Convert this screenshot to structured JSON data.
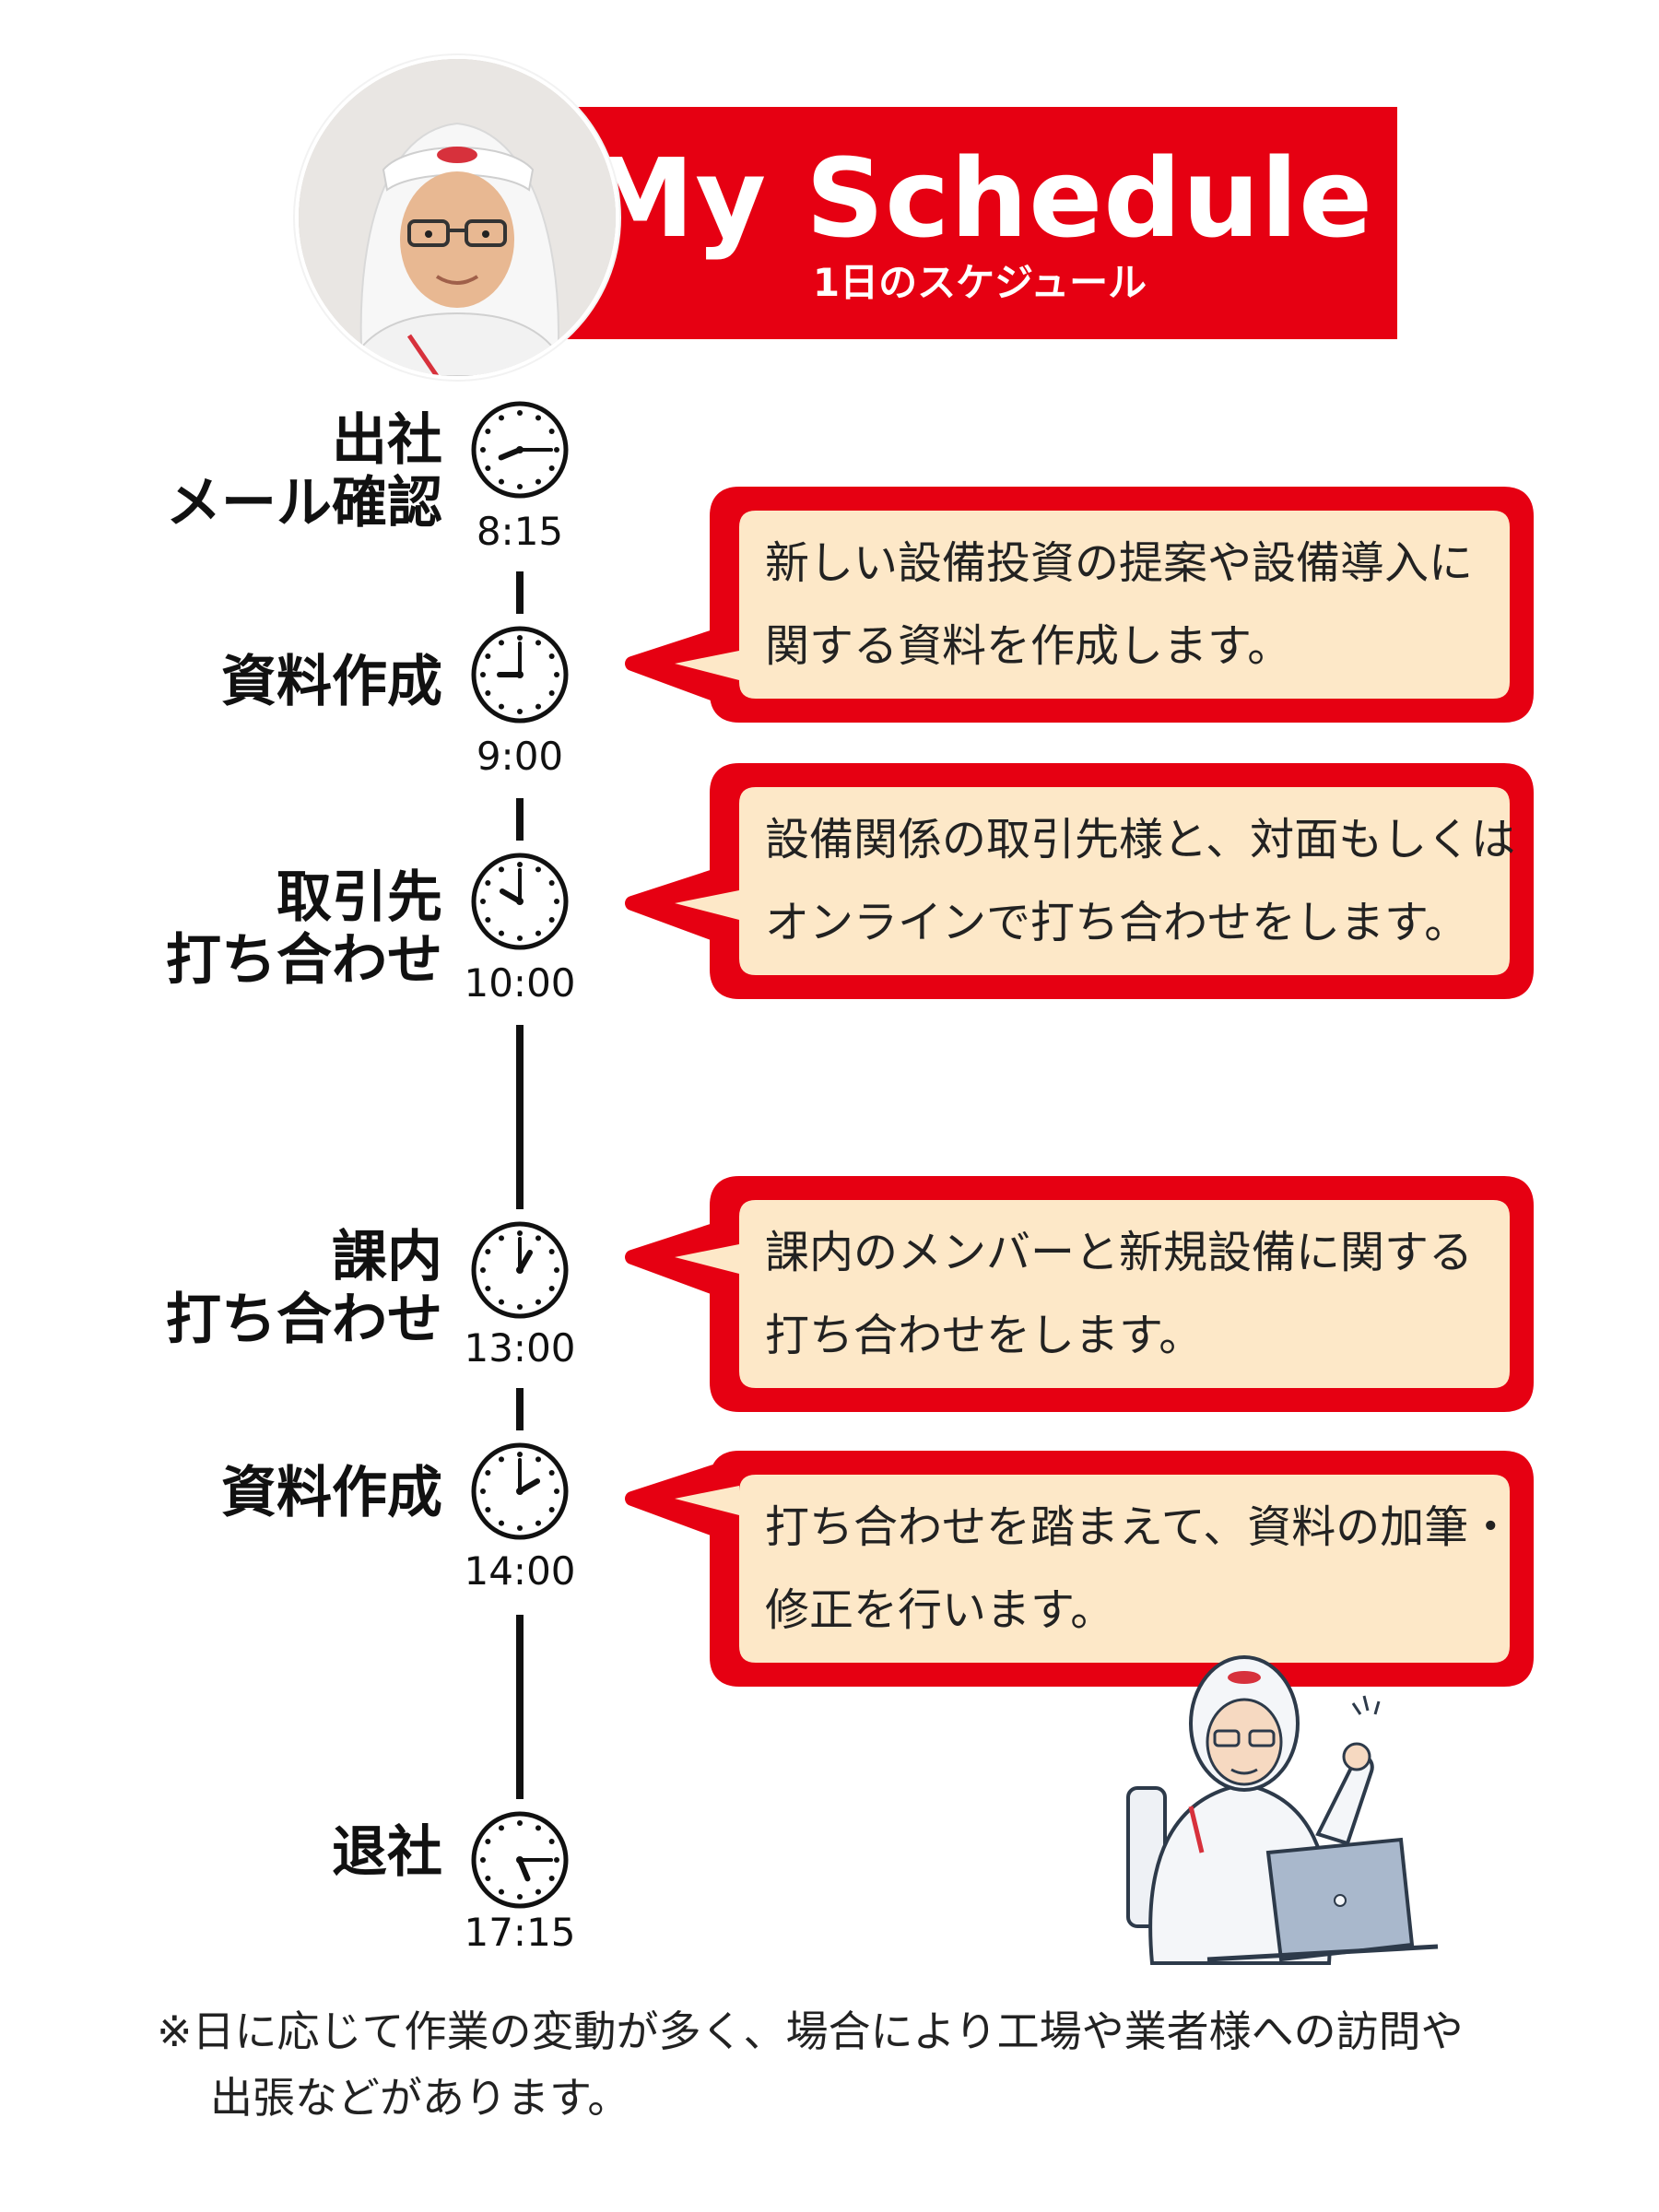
{
  "header": {
    "title": "My Schedule",
    "subtitle": "1日のスケジュール",
    "accent_color": "#e60012"
  },
  "avatar": {
    "icon": "person-photo-avatar"
  },
  "timeline": [
    {
      "time": "8:15",
      "hour": 8,
      "minute": 15,
      "label_lines": [
        "出社",
        "メール確認"
      ]
    },
    {
      "time": "9:00",
      "hour": 9,
      "minute": 0,
      "label_lines": [
        "資料作成"
      ]
    },
    {
      "time": "10:00",
      "hour": 10,
      "minute": 0,
      "label_lines": [
        "取引先",
        "打ち合わせ"
      ]
    },
    {
      "time": "13:00",
      "hour": 13,
      "minute": 0,
      "label_lines": [
        "課内",
        "打ち合わせ"
      ]
    },
    {
      "time": "14:00",
      "hour": 14,
      "minute": 0,
      "label_lines": [
        "資料作成"
      ]
    },
    {
      "time": "17:15",
      "hour": 17,
      "minute": 15,
      "label_lines": [
        "退社"
      ]
    }
  ],
  "callouts": [
    {
      "lines": [
        "新しい設備投資の提案や設備導入に",
        "関する資料を作成します。"
      ]
    },
    {
      "lines": [
        "設備関係の取引先様と、対面もしくは",
        "オンラインで打ち合わせをします。"
      ]
    },
    {
      "lines": [
        "課内のメンバーと新規設備に関する",
        "打ち合わせをします。"
      ]
    },
    {
      "lines": [
        "打ち合わせを踏まえて、資料の加筆・",
        "修正を行います。"
      ]
    }
  ],
  "callout_style": {
    "border_color": "#e60012",
    "fill_color": "#fde8c8"
  },
  "note": {
    "lines": [
      "※日に応じて作業の変動が多く、場合により工場や業者様への訪問や",
      "出張などがあります。"
    ]
  },
  "illustration": {
    "icon": "worker-with-laptop-illustration"
  }
}
